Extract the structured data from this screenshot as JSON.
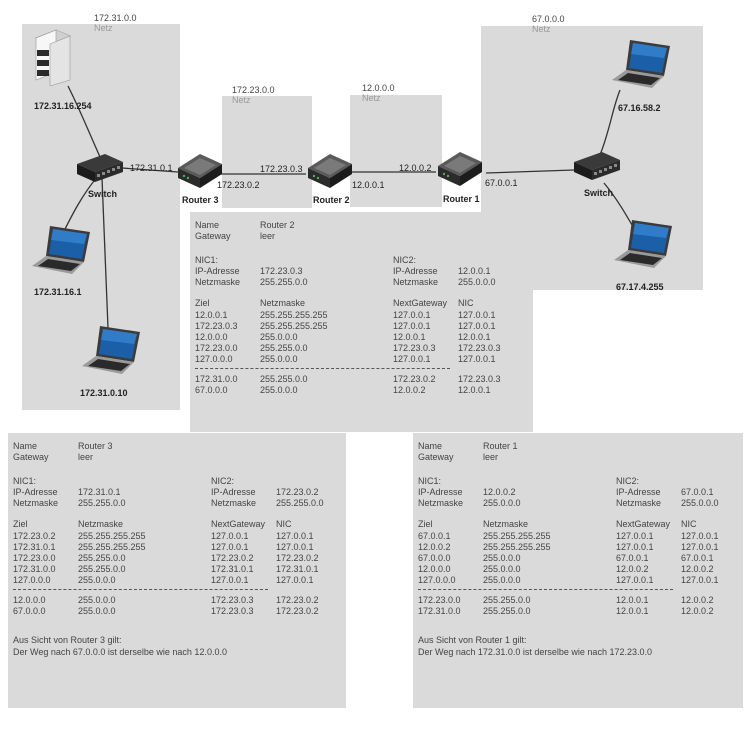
{
  "networks": {
    "left": {
      "addr": "172.31.0.0",
      "netz": "Netz"
    },
    "r32": {
      "addr": "172.23.0.0",
      "netz": "Netz"
    },
    "r21": {
      "addr": "12.0.0.0",
      "netz": "Netz"
    },
    "right": {
      "addr": "67.0.0.0",
      "netz": "Netz"
    }
  },
  "devices": {
    "server": "172.31.16.254",
    "laptop_l1": "172.31.16.1",
    "laptop_l2": "172.31.0.10",
    "laptop_r1": "67.16.58.2",
    "laptop_r2": "67.17.4.255",
    "switch_left": "Switch",
    "switch_right": "Switch",
    "router3": "Router 3",
    "router2": "Router 2",
    "router1": "Router 1"
  },
  "link_ips": {
    "r3_left": "172.31.0.1",
    "r3_right": "172.23.0.2",
    "r2_left": "172.23.0.3",
    "r2_right": "12.0.0.1",
    "r1_left": "12.0.0.2",
    "r1_right": "67.0.0.1"
  },
  "tables": {
    "router2": {
      "name_label": "Name",
      "name": "Router 2",
      "gw_label": "Gateway",
      "gw": "leer",
      "nic1": "NIC1:",
      "nic2": "NIC2:",
      "ip_label": "IP-Adresse",
      "mask_label": "Netzmaske",
      "nic1_ip": "172.23.0.3",
      "nic1_mask": "255.255.0.0",
      "nic2_ip": "12.0.0.1",
      "nic2_mask": "255.0.0.0",
      "headers": [
        "Ziel",
        "Netzmaske",
        "NextGateway",
        "NIC"
      ],
      "rows": [
        [
          "12.0.0.1",
          "255.255.255.255",
          "127.0.0.1",
          "127.0.0.1"
        ],
        [
          "172.23.0.3",
          "255.255.255.255",
          "127.0.0.1",
          "127.0.0.1"
        ],
        [
          "12.0.0.0",
          "255.0.0.0",
          "12.0.0.1",
          "12.0.0.1"
        ],
        [
          "172.23.0.0",
          "255.255.0.0",
          "172.23.0.3",
          "172.23.0.3"
        ],
        [
          "127.0.0.0",
          "255.0.0.0",
          "127.0.0.1",
          "127.0.0.1"
        ]
      ],
      "extra": [
        [
          "172.31.0.0",
          "255.255.0.0",
          "172.23.0.2",
          "172.23.0.3"
        ],
        [
          "67.0.0.0",
          "255.0.0.0",
          "12.0.0.2",
          "12.0.0.1"
        ]
      ],
      "note1": "",
      "note2": ""
    },
    "router3": {
      "name_label": "Name",
      "name": "Router 3",
      "gw_label": "Gateway",
      "gw": "leer",
      "nic1": "NIC1:",
      "nic2": "NIC2:",
      "ip_label": "IP-Adresse",
      "mask_label": "Netzmaske",
      "nic1_ip": "172.31.0.1",
      "nic1_mask": "255.255.0.0",
      "nic2_ip": "172.23.0.2",
      "nic2_mask": "255.255.0.0",
      "headers": [
        "Ziel",
        "Netzmaske",
        "NextGateway",
        "NIC"
      ],
      "rows": [
        [
          "172.23.0.2",
          "255.255.255.255",
          "127.0.0.1",
          "127.0.0.1"
        ],
        [
          "172.31.0.1",
          "255.255.255.255",
          "127.0.0.1",
          "127.0.0.1"
        ],
        [
          "172.23.0.0",
          "255.255.0.0",
          "172.23.0.2",
          "172.23.0.2"
        ],
        [
          "172.31.0.0",
          "255.255.0.0",
          "172.31.0.1",
          "172.31.0.1"
        ],
        [
          "127.0.0.0",
          "255.0.0.0",
          "127.0.0.1",
          "127.0.0.1"
        ]
      ],
      "extra": [
        [
          "12.0.0.0",
          "255.0.0.0",
          "172.23.0.3",
          "172.23.0.2"
        ],
        [
          "67.0.0.0",
          "255.0.0.0",
          "172.23.0.3",
          "172.23.0.2"
        ]
      ],
      "note1": "Aus Sicht von Router 3 gilt:",
      "note2": "Der Weg nach 67.0.0.0 ist derselbe wie nach 12.0.0.0"
    },
    "router1": {
      "name_label": "Name",
      "name": "Router 1",
      "gw_label": "Gateway",
      "gw": "leer",
      "nic1": "NIC1:",
      "nic2": "NIC2:",
      "ip_label": "IP-Adresse",
      "mask_label": "Netzmaske",
      "nic1_ip": "12.0.0.2",
      "nic1_mask": "255.0.0.0",
      "nic2_ip": "67.0.0.1",
      "nic2_mask": "255.0.0.0",
      "headers": [
        "Ziel",
        "Netzmaske",
        "NextGateway",
        "NIC"
      ],
      "rows": [
        [
          "67.0.0.1",
          "255.255.255.255",
          "127.0.0.1",
          "127.0.0.1"
        ],
        [
          "12.0.0.2",
          "255.255.255.255",
          "127.0.0.1",
          "127.0.0.1"
        ],
        [
          "67.0.0.0",
          "255.0.0.0",
          "67.0.0.1",
          "67.0.0.1"
        ],
        [
          "12.0.0.0",
          "255.0.0.0",
          "12.0.0.2",
          "12.0.0.2"
        ],
        [
          "127.0.0.0",
          "255.0.0.0",
          "127.0.0.1",
          "127.0.0.1"
        ]
      ],
      "extra": [
        [
          "172.23.0.0",
          "255.255.0.0",
          "12.0.0.1",
          "12.0.0.2"
        ],
        [
          "172.31.0.0",
          "255.255.0.0",
          "12.0.0.1",
          "12.0.0.2"
        ]
      ],
      "note1": "Aus Sicht von Router 1 gilt:",
      "note2": "Der Weg nach 172.31.0.0 ist derselbe wie nach 172.23.0.0"
    }
  }
}
